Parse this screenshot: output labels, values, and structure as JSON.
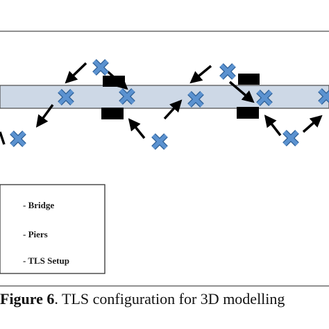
{
  "legend": {
    "items": [
      {
        "label": "- Bridge",
        "swatch": "bridge"
      },
      {
        "label": "- Piers",
        "swatch": "pier"
      },
      {
        "label": "- TLS Setup",
        "swatch": "tls"
      }
    ]
  },
  "caption": {
    "label": "Figure 6",
    "text": ". TLS configuration for 3D modelling"
  },
  "colors": {
    "bridge_fill": "#cdd8e6",
    "pier_fill": "#000000",
    "tls_marker": "#4f86c6",
    "arrow": "#000000"
  }
}
